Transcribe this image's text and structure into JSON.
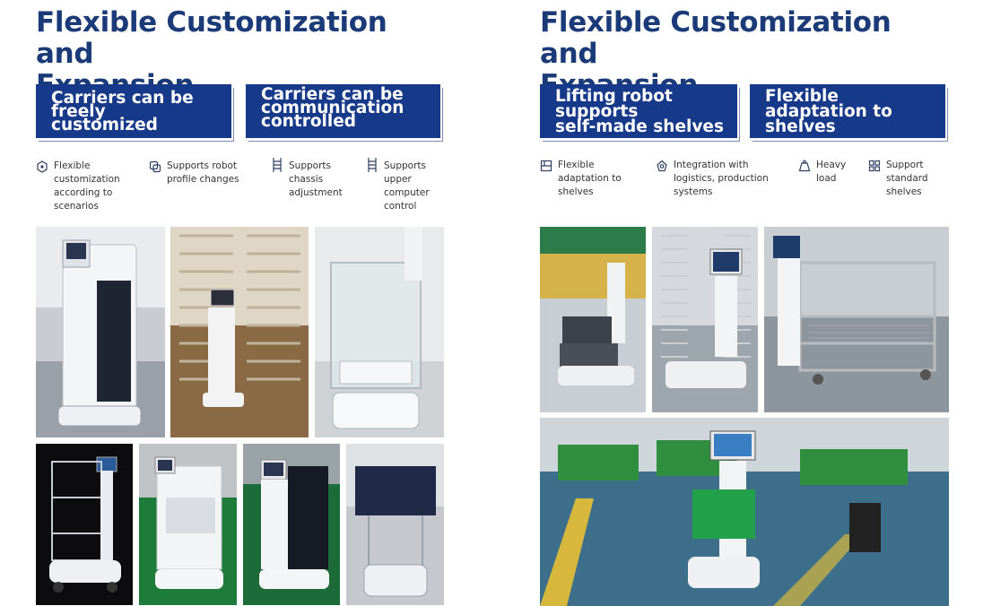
{
  "left": {
    "title": "Flexible Customization and\nExpansion",
    "banners": [
      "Carriers can be freely\ncustomized",
      "Carriers can be\ncommunication\ncontrolled"
    ],
    "features": [
      {
        "icon": "cube-network-icon",
        "text": "Flexible\ncustomization\naccording to\nscenarios"
      },
      {
        "icon": "profile-shape-icon",
        "text": "Supports robot\nprofile changes"
      },
      {
        "icon": "chassis-ladder-icon",
        "text": "Supports\nchassis\nadjustment"
      },
      {
        "icon": "computer-ladder-icon",
        "text": "Supports\nupper\ncomputer\ncontrol"
      }
    ]
  },
  "right": {
    "title": "Flexible Customization and\nExpansion",
    "banners": [
      "Lifting robot supports\nself-made shelves",
      "Flexible adaptation to\nshelves"
    ],
    "features": [
      {
        "icon": "shelf-icon",
        "text": "Flexible\nadaptation to\nshelves"
      },
      {
        "icon": "integration-gear-icon",
        "text": "Integration with\nlogistics, production\nsystems"
      },
      {
        "icon": "weight-icon",
        "text": "Heavy\nload"
      },
      {
        "icon": "grid-shelf-icon",
        "text": "Support\nstandard shelves"
      }
    ]
  },
  "colors": {
    "brand_blue": "#16398a",
    "title_blue": "#1b3a78"
  }
}
